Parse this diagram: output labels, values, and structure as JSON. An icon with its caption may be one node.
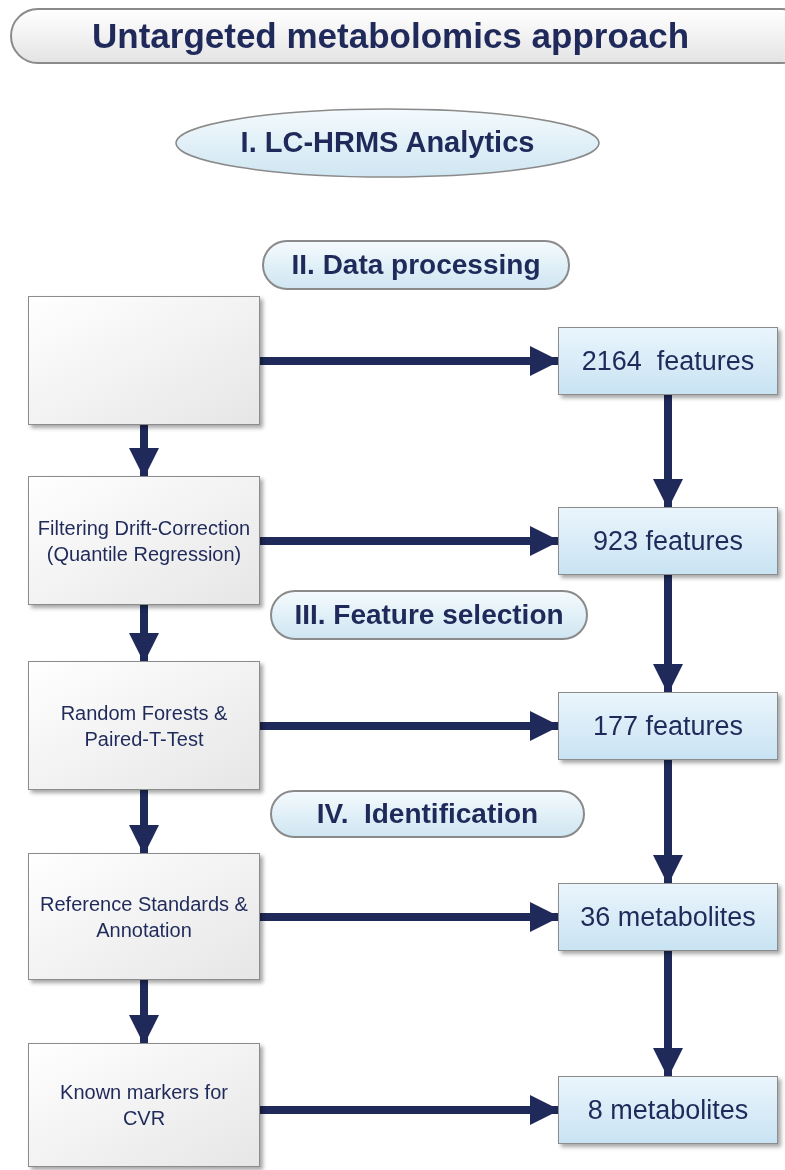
{
  "diagram": {
    "title": "Untargeted metabolomics approach",
    "nodes": [
      {
        "text": [
          "I. LC-HRMS Analytics"
        ]
      },
      {
        "text": [
          "II. Data processing"
        ]
      },
      {
        "text": [],
        "shape": "box"
      },
      {
        "text": [
          "2164  features"
        ]
      },
      {
        "text": [
          "Filtering Drift-Correction (Quantile Regression)"
        ]
      },
      {
        "text": [
          "923 features"
        ]
      },
      {
        "text": [
          "III. Feature selection"
        ]
      },
      {
        "text": [
          "Random Forests & Paired-T-Test"
        ]
      },
      {
        "text": [
          "177 features"
        ]
      },
      {
        "text": [
          "IV.  Identification"
        ]
      },
      {
        "text": [
          "Reference Standards & Annotation"
        ]
      },
      {
        "text": [
          "36 metabolites"
        ]
      },
      {
        "text": [
          "Known markers for CVR"
        ]
      },
      {
        "text": [
          "8 metabolites"
        ]
      }
    ],
    "edges": [
      {
        "from": 2,
        "to": 3,
        "arrow": "to"
      },
      {
        "from": 2,
        "to": 4,
        "arrow": "to"
      },
      {
        "from": 3,
        "to": 5,
        "arrow": "to"
      },
      {
        "from": 4,
        "to": 5,
        "arrow": "to"
      },
      {
        "from": 4,
        "to": 7,
        "arrow": "to"
      },
      {
        "from": 5,
        "to": 8,
        "arrow": "to"
      },
      {
        "from": 7,
        "to": 8,
        "arrow": "to"
      },
      {
        "from": 7,
        "to": 10,
        "arrow": "to"
      },
      {
        "from": 8,
        "to": 11,
        "arrow": "to"
      },
      {
        "from": 10,
        "to": 11,
        "arrow": "to"
      },
      {
        "from": 10,
        "to": 12,
        "arrow": "to"
      },
      {
        "from": 11,
        "to": 13,
        "arrow": "to"
      },
      {
        "from": 12,
        "to": 13,
        "arrow": "to"
      }
    ]
  }
}
